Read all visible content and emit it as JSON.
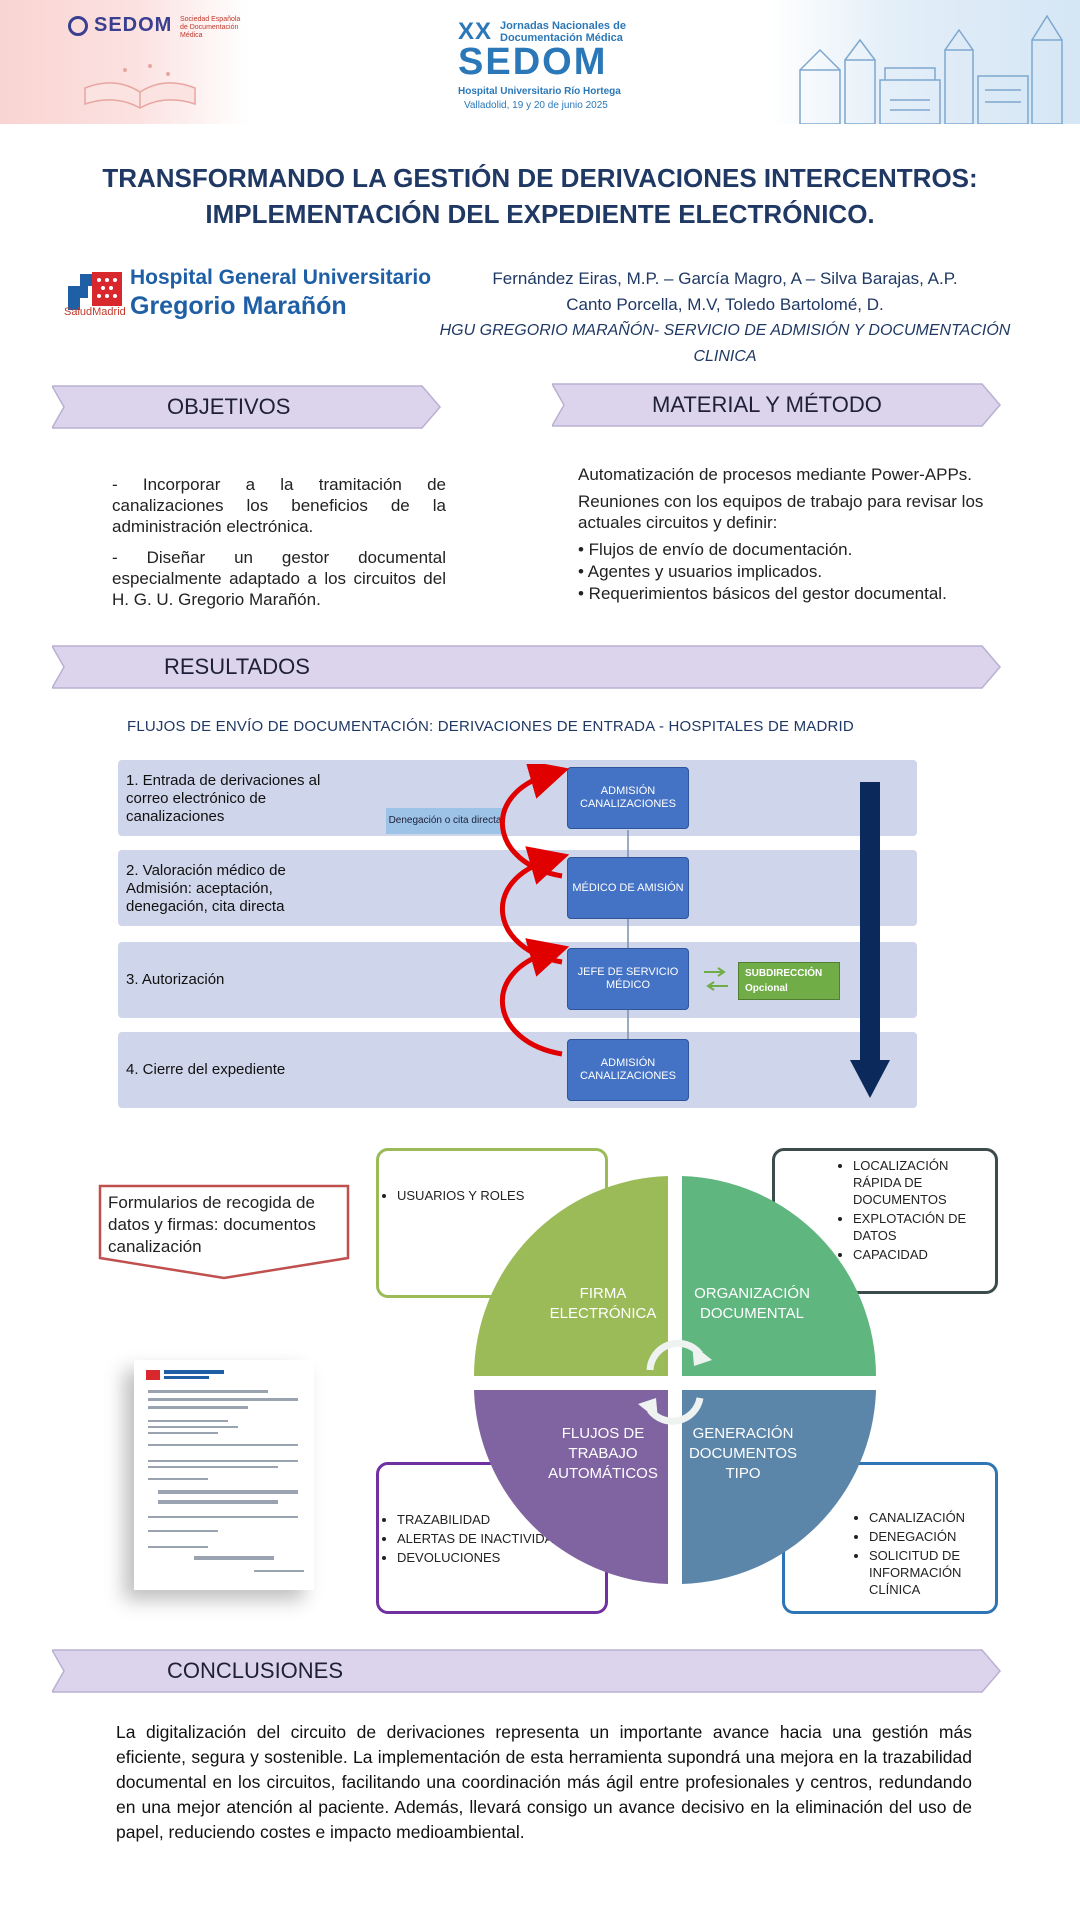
{
  "header": {
    "sedom_logo": "SEDOM",
    "sedom_logo_sub": "Sociedad Española de Documentación Médica",
    "event_roman": "XX",
    "event_line1": "Jornadas Nacionales de Documentación Médica",
    "event_big": "SEDOM",
    "event_hospital": "Hospital Universitario Río Hortega",
    "event_date": "Valladolid, 19 y 20 de junio 2025"
  },
  "title": {
    "line1": "TRANSFORMANDO LA GESTIÓN DE DERIVACIONES INTERCENTROS:",
    "line2": "IMPLEMENTACIÓN DEL EXPEDIENTE ELECTRÓNICO."
  },
  "hospital_logo": {
    "name1": "Hospital General Universitario",
    "name2": "Gregorio Marañón",
    "salud": "SaludMadrid"
  },
  "authors": {
    "line1": "Fernández Eiras, M.P. – García Magro, A – Silva Barajas, A.P.",
    "line2": "Canto Porcella, M.V, Toledo Bartolomé, D.",
    "affiliation": "HGU GREGORIO MARAÑÓN- SERVICIO DE ADMISIÓN Y DOCUMENTACIÓN CLINICA"
  },
  "sections": {
    "objetivos": "OBJETIVOS",
    "metodo": "MATERIAL  Y MÉTODO",
    "resultados": "RESULTADOS",
    "conclusiones": "CONCLUSIONES"
  },
  "objetivos": [
    "- Incorporar a la tramitación de canalizaciones los beneficios de la administración electrónica.",
    "- Diseñar un gestor documental especialmente adaptado a los circuitos del H. G. U. Gregorio Marañón."
  ],
  "metodo": {
    "p1": "Automatización de procesos mediante Power-APPs.",
    "p2": "Reuniones con los equipos de trabajo para revisar los actuales circuitos y definir:",
    "bullets": [
      "• Flujos de envío de documentación.",
      "• Agentes y usuarios implicados.",
      "• Requerimientos básicos del gestor documental."
    ]
  },
  "flow": {
    "title": "FLUJOS DE ENVÍO DE DOCUMENTACIÓN: DERIVACIONES DE ENTRADA - HOSPITALES DE MADRID",
    "rows": [
      "1. Entrada de derivaciones al correo electrónico de canalizaciones",
      "2. Valoración médico de Admisión: aceptación, denegación, cita directa",
      "3. Autorización",
      "4. Cierre del expediente"
    ],
    "boxes": [
      "ADMISIÓN CANALIZACIONES",
      "MÉDICO DE AMISIÓN",
      "JEFE DE SERVICIO MÉDICO",
      "ADMISIÓN CANALIZACIONES"
    ],
    "denegacion": "Denegación o cita directa",
    "subdireccion": "SUBDIRECCIÓN",
    "opcional": "Opcional"
  },
  "formularios": "Formularios de recogida de datos y firmas: documentos canalización",
  "cycle": {
    "q1": "FIRMA ELECTRÓNICA",
    "q2": "ORGANIZACIÓN DOCUMENTAL",
    "q3": "FLUJOS DE TRABAJO AUTOMÁTICOS",
    "q4": "GENERACIÓN DOCUMENTOS TIPO",
    "box_tl": [
      "USUARIOS Y ROLES"
    ],
    "box_tr": [
      "LOCALIZACIÓN RÁPIDA DE DOCUMENTOS",
      "EXPLOTACIÓN DE DATOS",
      "CAPACIDAD"
    ],
    "box_bl": [
      "TRAZABILIDAD",
      "ALERTAS DE INACTIVIDAD",
      "DEVOLUCIONES"
    ],
    "box_br": [
      "CANALIZACIÓN",
      "DENEGACIÓN",
      "SOLICITUD DE INFORMACIÓN CLÍNICA"
    ]
  },
  "conclusion": "La digitalización del circuito de derivaciones representa un importante avance hacia una gestión más eficiente, segura y sostenible. La implementación de esta herramienta supondrá una mejora en la trazabilidad documental en los circuitos, facilitando una coordinación más ágil entre profesionales y centros, redundando en una mejor atención al paciente. Además, llevará consigo un avance decisivo en la eliminación del uso de papel, reduciendo costes e impacto medioambiental.",
  "colors": {
    "title": "#1f3864",
    "section_fill": "#dcd4ec",
    "flow_row": "#cfd5ea",
    "flow_box": "#4472c4",
    "q1": "#9bbb59",
    "q2": "#5fb67f",
    "q3": "#8064a2",
    "q4": "#5b86aa"
  }
}
